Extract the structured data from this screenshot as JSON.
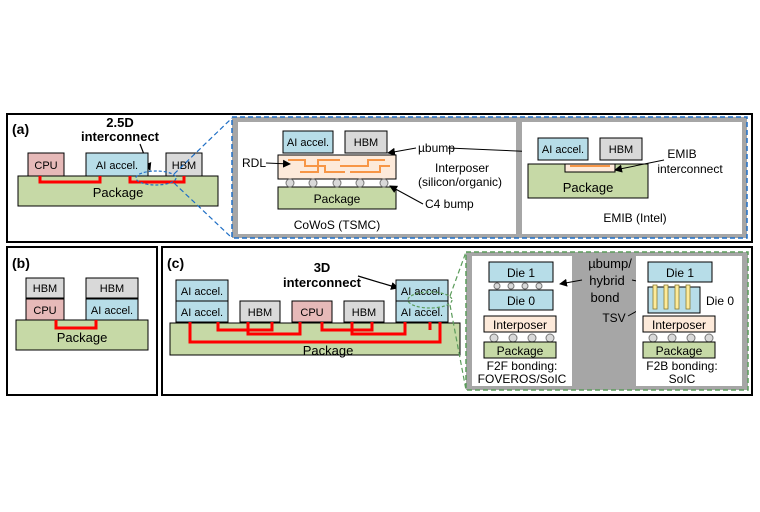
{
  "panels": {
    "a": {
      "label": "(a)",
      "callout": {
        "line1": "2.5D",
        "line2": "interconnect"
      },
      "chips": {
        "cpu": "CPU",
        "ai": "AI accel.",
        "hbm": "HBM"
      },
      "package": "Package",
      "cowos": {
        "ai": "AI accel.",
        "hbm": "HBM",
        "rdl": "RDL",
        "ubump": "µbump",
        "interposer": {
          "line1": "Interposer",
          "line2": "(silicon/organic)"
        },
        "package": "Package",
        "c4": "C4 bump",
        "caption": "CoWoS (TSMC)"
      },
      "emib": {
        "ai": "AI accel.",
        "hbm": "HBM",
        "package": "Package",
        "label": {
          "line1": "EMIB",
          "line2": "interconnect"
        },
        "caption": "EMIB (Intel)"
      }
    },
    "b": {
      "label": "(b)",
      "chips": {
        "hbm_left": "HBM",
        "hbm_right": "HBM",
        "cpu": "CPU",
        "ai": "AI accel."
      },
      "package": "Package"
    },
    "c": {
      "label": "(c)",
      "callout": {
        "line1": "3D",
        "line2": "interconnect"
      },
      "top_chips": {
        "ai_left": "AI accel.",
        "ai_right": "AI accel."
      },
      "bottom_chips": {
        "ai_left": "AI accel.",
        "hbm_left": "HBM",
        "cpu": "CPU",
        "hbm_right": "HBM",
        "ai_right": "AI accel."
      },
      "package": "Package",
      "f2f": {
        "die1": "Die 1",
        "die0": "Die 0",
        "interposer": "Interposer",
        "package": "Package",
        "caption": {
          "line1": "F2F bonding:",
          "line2": "FOVEROS/SoIC"
        }
      },
      "middle": {
        "line1": "µbump/",
        "line2": "hybrid",
        "line3": "bond",
        "tsv": "TSV"
      },
      "f2b": {
        "die1": "Die 1",
        "die0": "Die 0",
        "interposer": "Interposer",
        "package": "Package",
        "caption": {
          "line1": "F2B bonding:",
          "line2": "SoIC"
        }
      }
    }
  },
  "colors": {
    "package": "#c6d9a6",
    "ai": "#b7dde8",
    "cpu": "#e6b9b8",
    "hbm": "#d9d9d9",
    "interposer": "#fdeada",
    "wire": "#ff0000",
    "rdl": "#f79646",
    "zoom": "#1f6fc5",
    "zoom_bg": "#a6a6a6",
    "zoom_green": "#5a9b5a"
  }
}
